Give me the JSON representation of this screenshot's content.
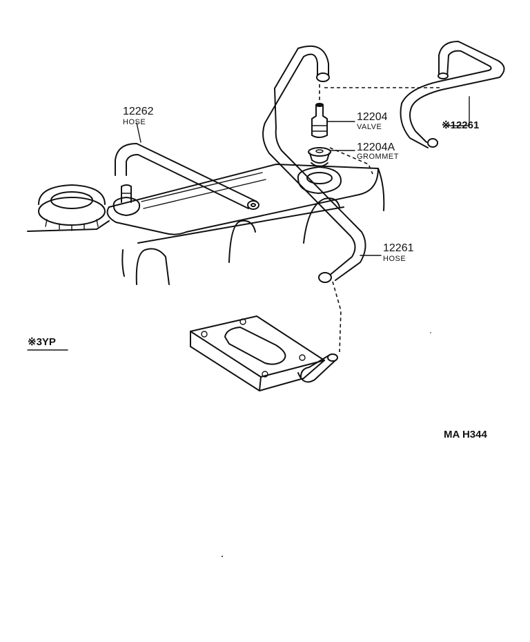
{
  "labels": {
    "hose_12262": {
      "number": "12262",
      "name": "HOSE"
    },
    "valve_12204": {
      "number": "12204",
      "name": "VALVE"
    },
    "grommet_12204a": {
      "number": "12204A",
      "name": "GROMMET"
    },
    "hose_12261": {
      "number": "12261",
      "name": "HOSE"
    },
    "alt_hose_12261": {
      "number": "※12261"
    }
  },
  "variant_note": "※3YP",
  "drawing_code": "MA H344"
}
